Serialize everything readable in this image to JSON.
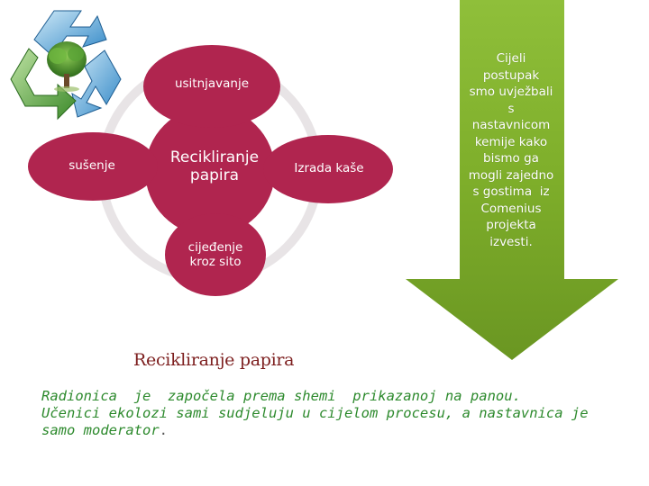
{
  "diagram": {
    "center": [
      "Recikliranje",
      "papira"
    ],
    "top": "usitnjavanje",
    "left": "sušenje",
    "right": "Izrada kaše",
    "bottom": [
      "cijeđenje",
      "kroz sito"
    ]
  },
  "arrow": {
    "text": "Cijeli postupak smo uvježbali s nastavnicom kemije kako bismo ga mogli zajedno s gostima iz Comenius projekta izvesti.",
    "lines": [
      "Cijeli",
      "postupak",
      "smo uvježbali",
      "s",
      "nastavnicom",
      "kemije kako",
      "bismo ga",
      "mogli zajedno",
      "s gostima  iz",
      "Comenius",
      "projekta",
      "izvesti."
    ]
  },
  "subtitle": "Recikliranje papira",
  "body": {
    "line1": "Radionica  je  započela prema shemi  prikazanoj na panou.",
    "line2": "Učenici ekolozi sami sudjeluju u cijelom procesu, a nastavnica je",
    "line3": "samo moderator",
    "end_mark": "."
  },
  "colors": {
    "node": "#b0254f",
    "ring": "#e8e4e6",
    "arrow": "#7fae2a",
    "subtitle": "#7d1f1f",
    "body_text": "#2d8a2d"
  },
  "icons": {
    "logo": "recycle-tree-logo-icon"
  }
}
